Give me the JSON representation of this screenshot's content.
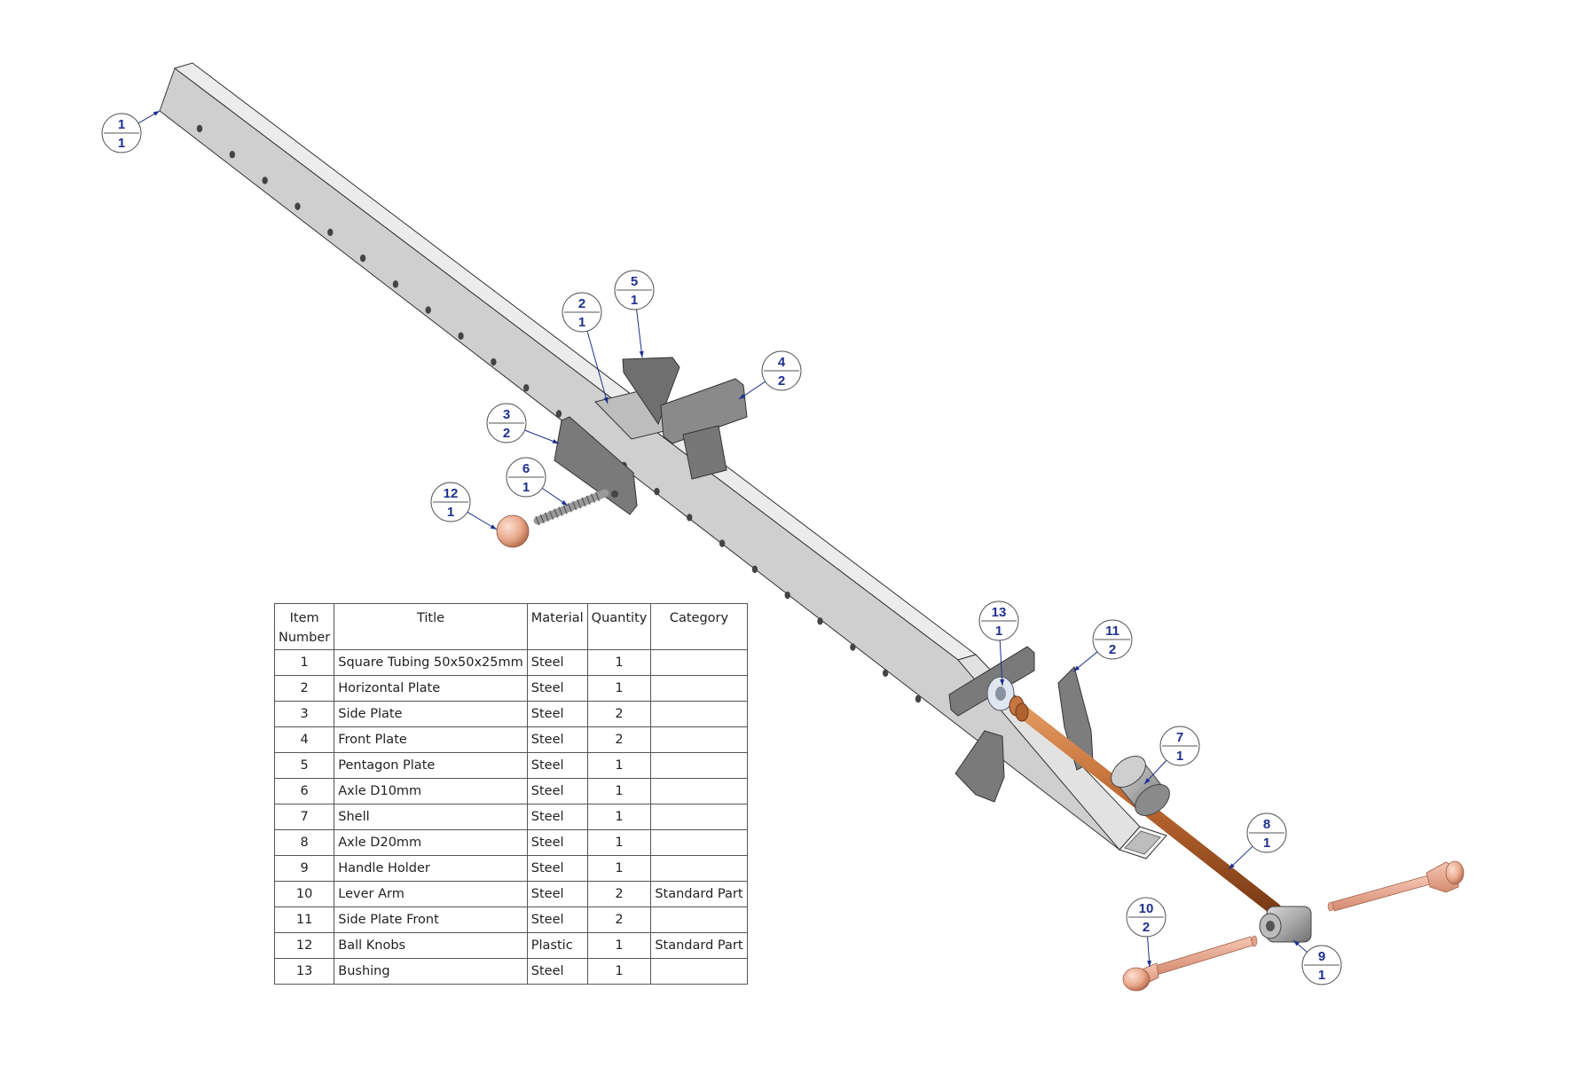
{
  "balloons": [
    {
      "item": "1",
      "qty": "1"
    },
    {
      "item": "2",
      "qty": "1"
    },
    {
      "item": "3",
      "qty": "2"
    },
    {
      "item": "4",
      "qty": "2"
    },
    {
      "item": "5",
      "qty": "1"
    },
    {
      "item": "6",
      "qty": "1"
    },
    {
      "item": "7",
      "qty": "1"
    },
    {
      "item": "8",
      "qty": "1"
    },
    {
      "item": "9",
      "qty": "1"
    },
    {
      "item": "10",
      "qty": "2"
    },
    {
      "item": "11",
      "qty": "2"
    },
    {
      "item": "12",
      "qty": "1"
    },
    {
      "item": "13",
      "qty": "1"
    }
  ],
  "bom": {
    "headers": {
      "item_number_line1": "Item",
      "item_number_line2": "Number",
      "title": "Title",
      "material": "Material",
      "quantity": "Quantity",
      "category": "Category"
    },
    "rows": [
      {
        "item": "1",
        "title": "Square Tubing 50x50x25mm",
        "material": "Steel",
        "qty": "1",
        "category": ""
      },
      {
        "item": "2",
        "title": "Horizontal Plate",
        "material": "Steel",
        "qty": "1",
        "category": ""
      },
      {
        "item": "3",
        "title": "Side Plate",
        "material": "Steel",
        "qty": "2",
        "category": ""
      },
      {
        "item": "4",
        "title": "Front Plate",
        "material": "Steel",
        "qty": "2",
        "category": ""
      },
      {
        "item": "5",
        "title": "Pentagon Plate",
        "material": "Steel",
        "qty": "1",
        "category": ""
      },
      {
        "item": "6",
        "title": "Axle D10mm",
        "material": "Steel",
        "qty": "1",
        "category": ""
      },
      {
        "item": "7",
        "title": "Shell",
        "material": "Steel",
        "qty": "1",
        "category": ""
      },
      {
        "item": "8",
        "title": "Axle D20mm",
        "material": "Steel",
        "qty": "1",
        "category": ""
      },
      {
        "item": "9",
        "title": "Handle Holder",
        "material": "Steel",
        "qty": "1",
        "category": ""
      },
      {
        "item": "10",
        "title": "Lever Arm",
        "material": "Steel",
        "qty": "2",
        "category": "Standard Part"
      },
      {
        "item": "11",
        "title": "Side Plate Front",
        "material": "Steel",
        "qty": "2",
        "category": ""
      },
      {
        "item": "12",
        "title": "Ball Knobs",
        "material": "Plastic",
        "qty": "1",
        "category": "Standard Part"
      },
      {
        "item": "13",
        "title": "Bushing",
        "material": "Steel",
        "qty": "1",
        "category": ""
      }
    ]
  },
  "colors": {
    "balloon_text": "#1f2f8f",
    "steel_light": "#e6e6e6",
    "steel_mid": "#c9c9c9",
    "steel_dark": "#7d7d7d",
    "copper": "#c8733a",
    "copper_light": "#f0b59a"
  }
}
